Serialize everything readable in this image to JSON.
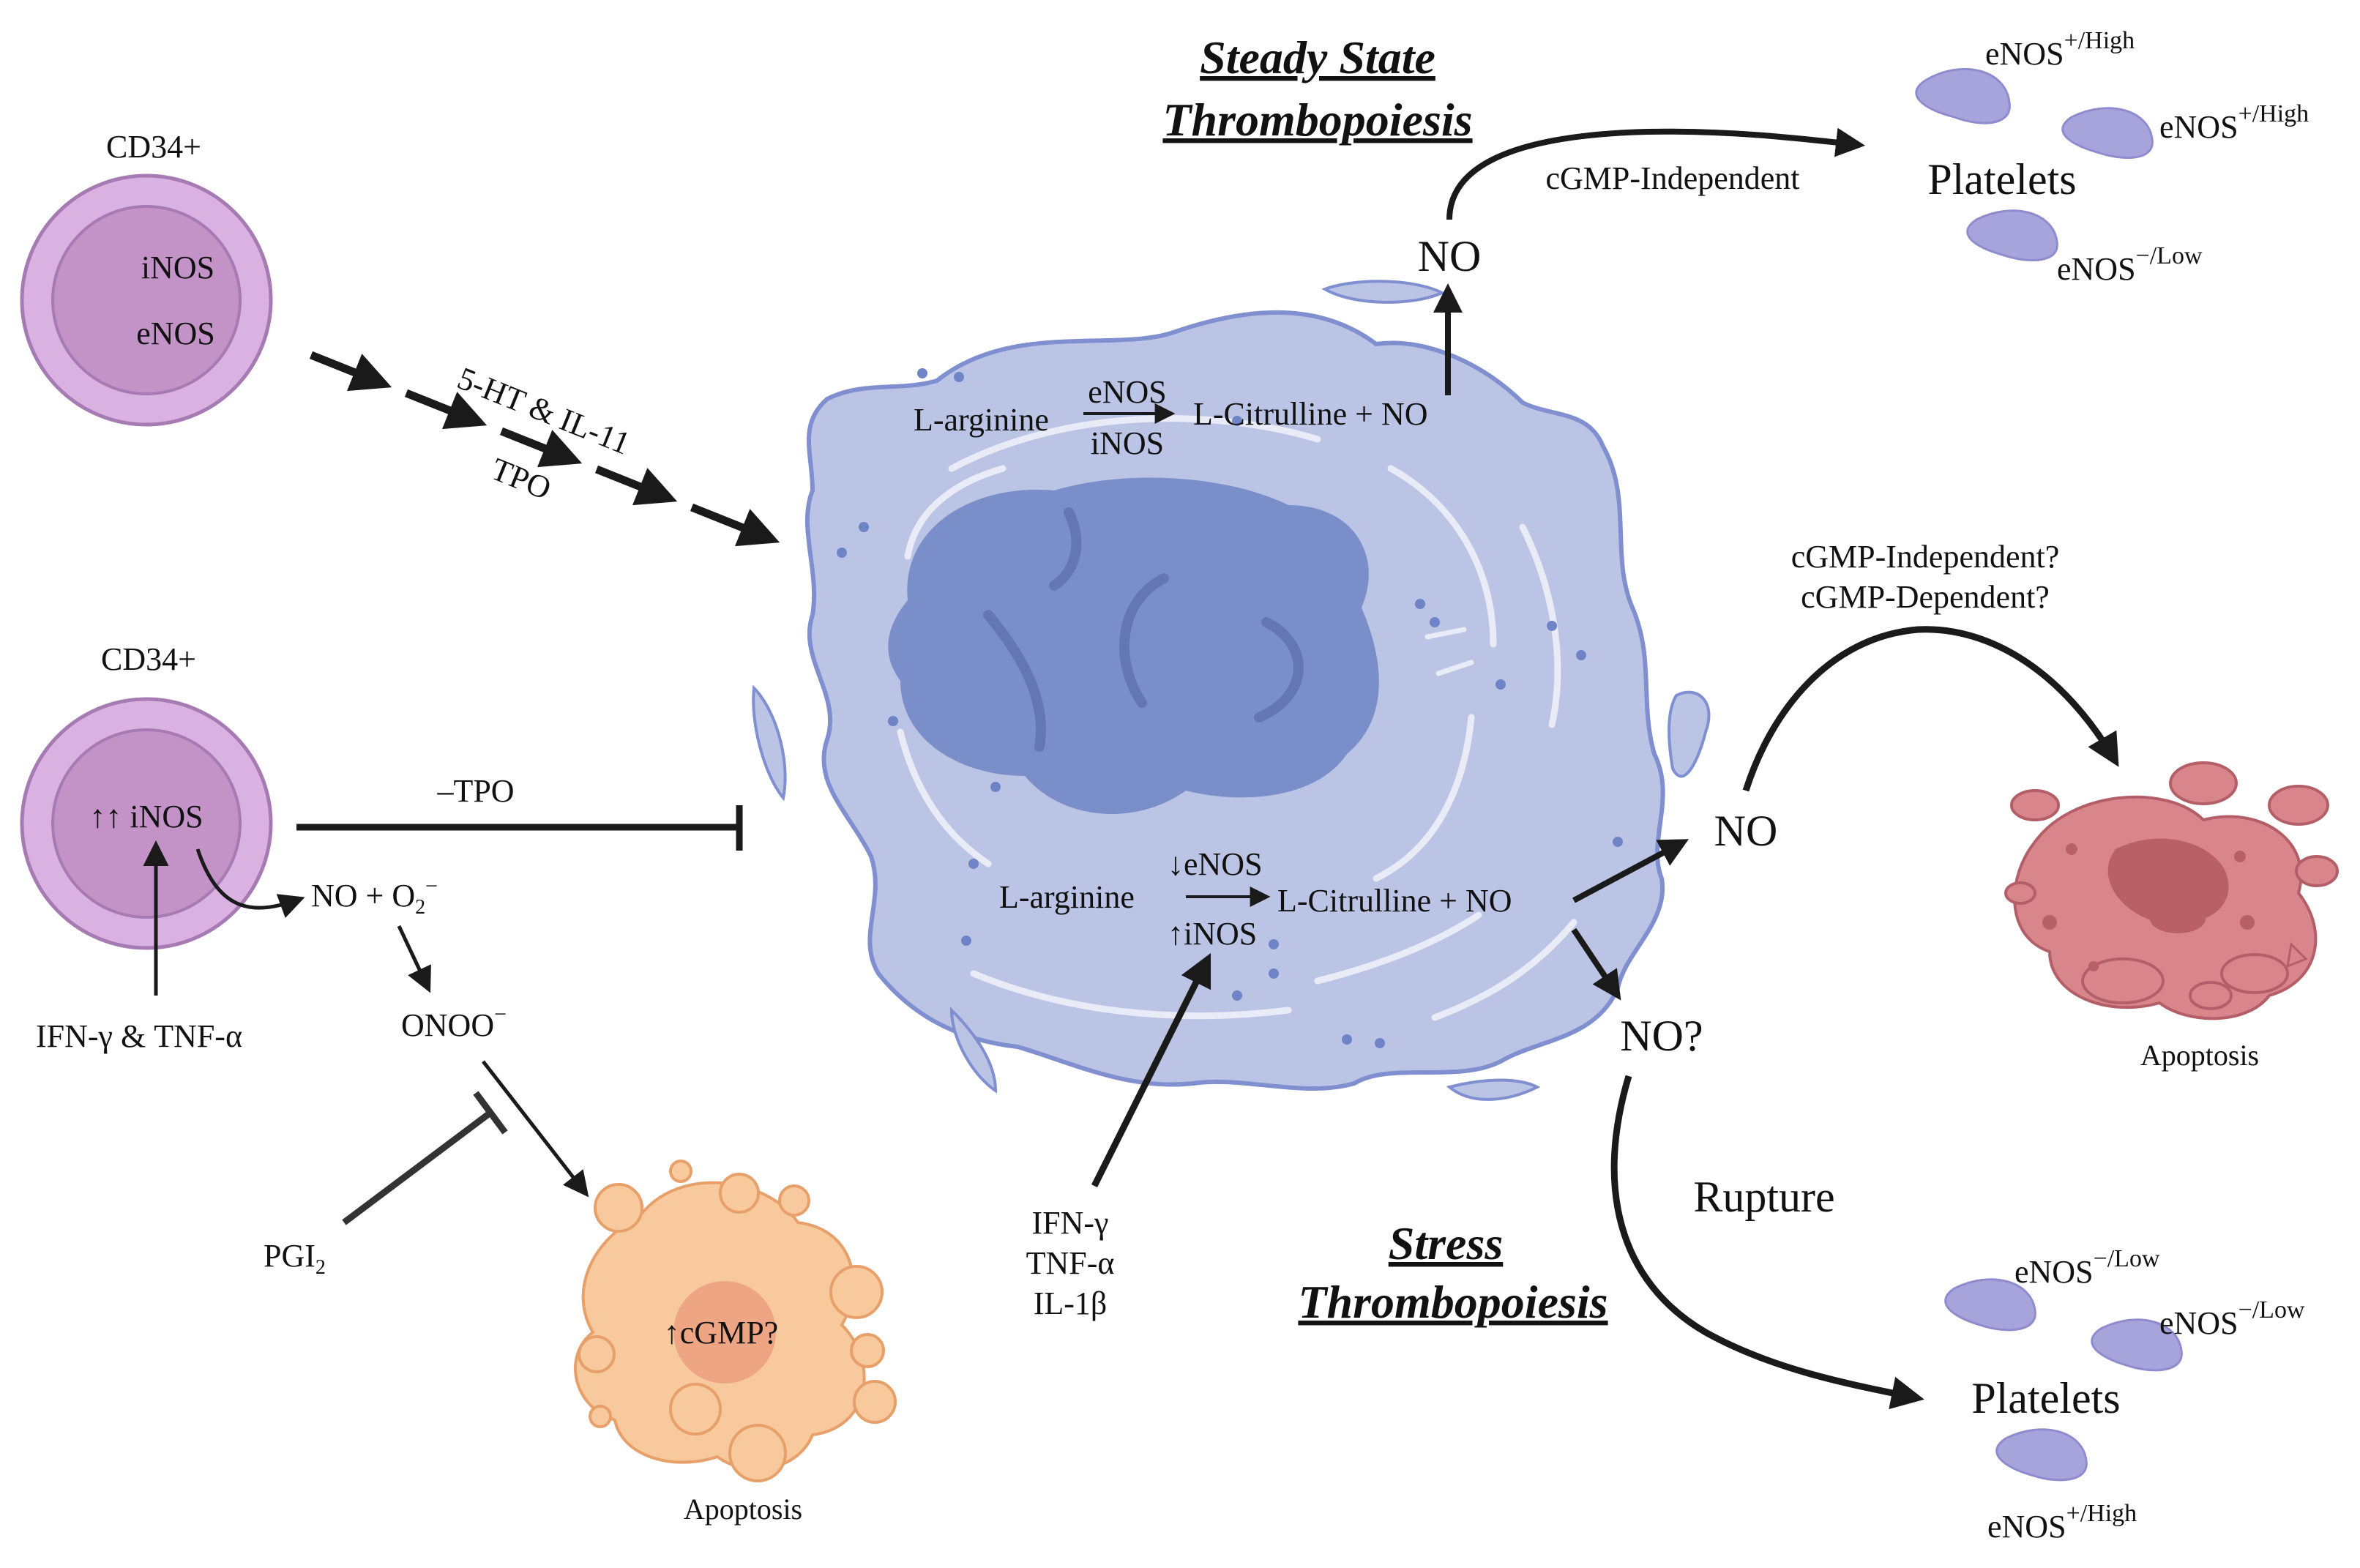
{
  "colors": {
    "cell_fill": "#bcc4e6",
    "cell_stroke": "#7f8fcf",
    "nucleus": "#7a8fc9",
    "cd34_outer": "#d9b2e2",
    "cd34_inner": "#c393c8",
    "apoptosis_red": "#d8868c",
    "apoptosis_orange": "#f7c99c",
    "platelet": "#a7a4dc"
  },
  "icons": [
    "cd34-cell-icon",
    "megakaryocyte-icon",
    "platelet-icon",
    "apoptotic-cell-icon"
  ],
  "top_cd34": {
    "label": "CD34+",
    "enzyme1": "iNOS",
    "enzyme2": "eNOS",
    "path_label1": "5-HT & IL-11",
    "path_label2": "TPO"
  },
  "bottom_cd34": {
    "label": "CD34+",
    "enzyme": "↑↑ iNOS",
    "inducers": "IFN-γ & TNF-α",
    "inhibit_label": "–TPO",
    "reaction_no": "NO + O",
    "reaction_o2_sub": "2",
    "reaction_o2_sup": "−",
    "peroxynitrite": "ONOO",
    "peroxynitrite_sup": "−",
    "pgi_main": "PGI",
    "pgi_sub": "2",
    "cgmp": "↑cGMP?",
    "apoptosis": "Apoptosis"
  },
  "megakaryocyte": {
    "top_reaction": {
      "substrate": "L-arginine",
      "enzyme1": "eNOS",
      "enzyme2": "iNOS",
      "product": "L-Citrulline + NO"
    },
    "bottom_reaction": {
      "substrate": "L-arginine",
      "enzyme1": "↓eNOS",
      "enzyme2": "↑iNOS",
      "product": "L-Citrulline + NO"
    },
    "cytokines": [
      "IFN-γ",
      "TNF-α",
      "IL-1β"
    ]
  },
  "steady_state": {
    "title1": "Steady State",
    "title2": "Thrombopoiesis",
    "no": "NO",
    "pathway": "cGMP-Independent",
    "platelets": "Platelets",
    "plt1": "eNOS",
    "plt1_sup": "+/High",
    "plt2": "eNOS",
    "plt2_sup": "+/High",
    "plt3": "eNOS",
    "plt3_sup": "−/Low"
  },
  "stress": {
    "no": "NO",
    "question1": "cGMP-Independent?",
    "question2": "cGMP-Dependent?",
    "apoptosis": "Apoptosis",
    "no_q": "NO?",
    "rupture": "Rupture",
    "title1": "Stress",
    "title2": "Thrombopoiesis",
    "platelets": "Platelets",
    "plt1": "eNOS",
    "plt1_sup": "−/Low",
    "plt2": "eNOS",
    "plt2_sup": "−/Low",
    "plt3": "eNOS",
    "plt3_sup": "+/High"
  }
}
